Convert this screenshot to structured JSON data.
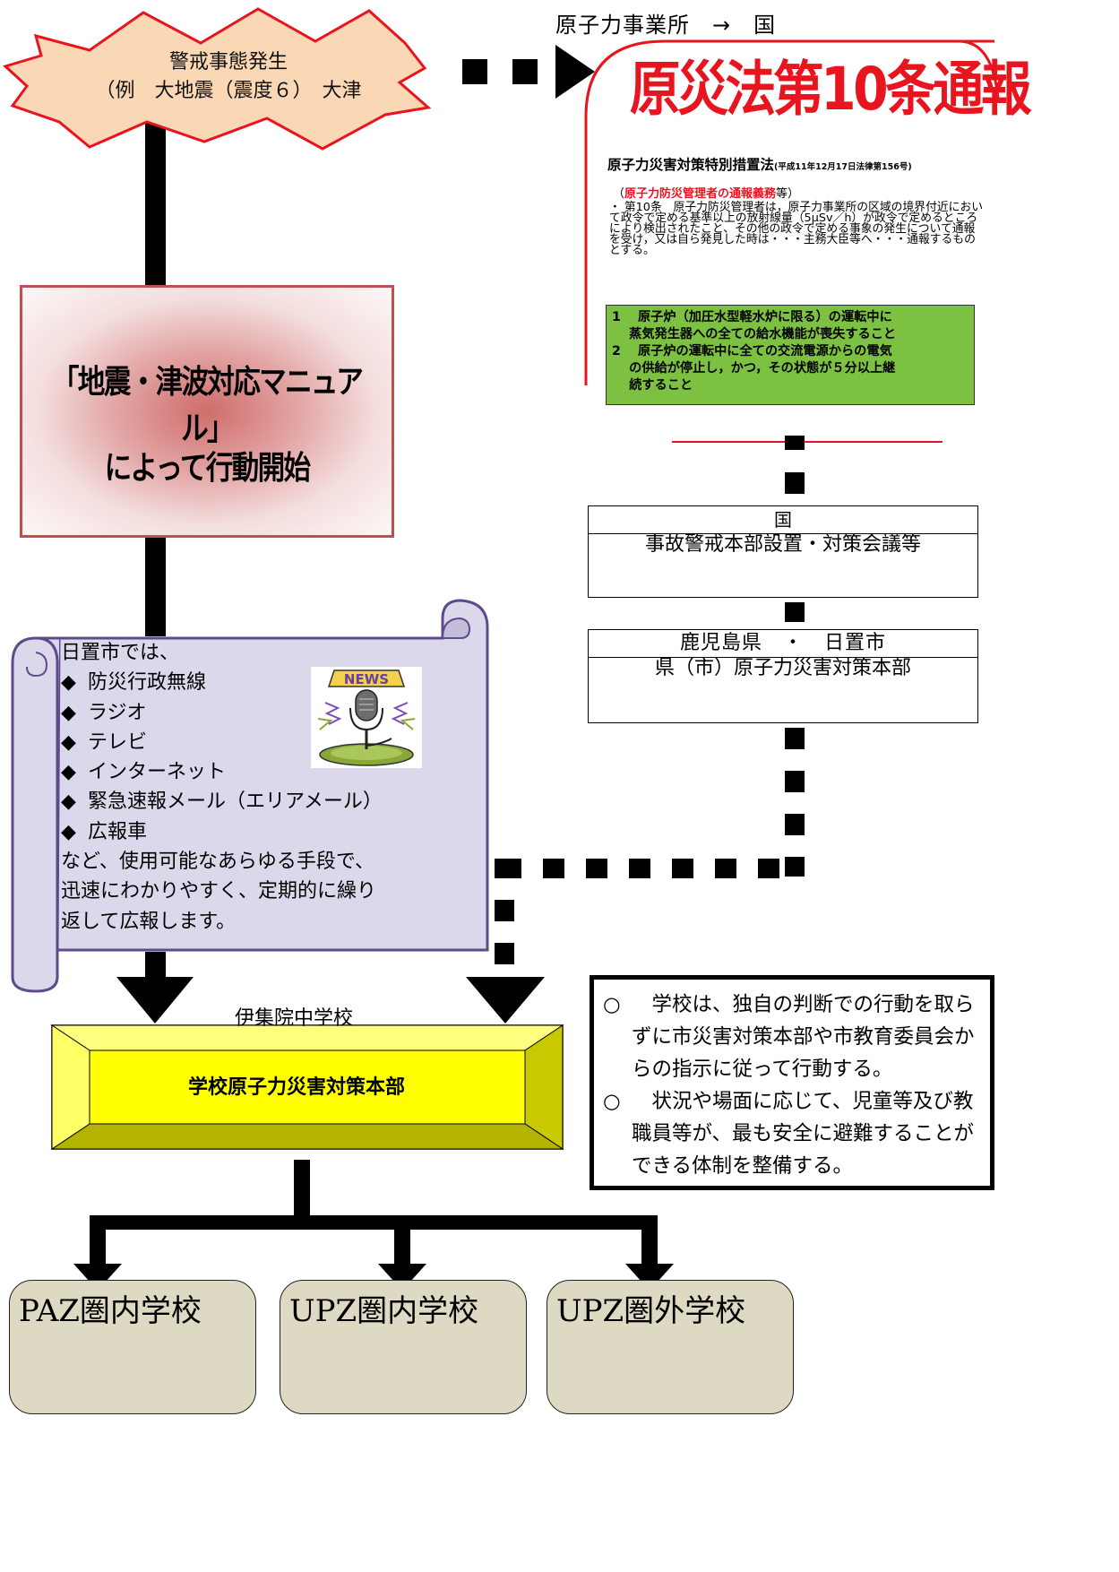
{
  "alert": {
    "line1": "警戒事態発生",
    "line2": "（例　大地震（震度６）　大津"
  },
  "top_route": "原子力事業所　→　国",
  "law": {
    "title": "原災法第10条通報",
    "name": "原子力災害対策特別措置法",
    "name_note": "(平成11年12月17日法律第156号)",
    "duty_open": "（",
    "duty_red": "原子力防災管理者の通報義務",
    "duty_close": "等）",
    "bullet": "・ 第10条　原子力防災管理者は，原子力事業所の区域の境界付近において政令で定める基準以上の放射線量（5μSv／h）が政令で定めるところにより検出されたこと、その他の政令で定める事象の発生について通報を受け，又は自ら発見した時は・・・主務大臣等へ・・・通報するものとする。",
    "conditions": [
      "1　 原子炉（加圧水型軽水炉に限る）の運転中に",
      "　 蒸気発生器への全ての給水機能が喪失すること",
      "2　 原子炉の運転中に全ての交流電源からの電気",
      "　 の供給が停止し，かつ，その状態が５分以上継",
      "　 続すること"
    ]
  },
  "manual": {
    "line1": "「地震・津波対応マニュアル」",
    "line2": "によって行動開始"
  },
  "national": {
    "head": "国",
    "body": "事故警戒本部設置・対策会議等"
  },
  "prefecture": {
    "head": "鹿児島県　・　日置市",
    "body": "県（市）原子力災害対策本部"
  },
  "city_notice": {
    "intro": "日置市では、",
    "bullet_mark": "◆",
    "items": [
      "防災行政無線",
      "ラジオ",
      "テレビ",
      "インターネット",
      "緊急速報メール（エリアメール）",
      "広報車"
    ],
    "closing": [
      "など、使用可能なあらゆる手段で、",
      "迅速にわかりやすく、定期的に繰り",
      "返して広報します。"
    ],
    "clipart_word": "NEWS"
  },
  "school": {
    "name": "伊集院中学校",
    "hq": "学校原子力災害対策本部"
  },
  "policy": {
    "mark": "○",
    "items": [
      "　学校は、独自の判断での行動を取らずに市災害対策本部や市教育委員会からの指示に従って行動する。",
      "　状況や場面に応じて、児童等及び教職員等が、最も安全に避難することができる体制を整備する。"
    ]
  },
  "zones": [
    "PAZ圏内学校",
    "UPZ圏内学校",
    "UPZ圏外学校"
  ],
  "colors": {
    "burst_fill": "#fad7b5",
    "burst_stroke": "#e8141e",
    "law_red": "#e8141e",
    "law_green": "#7cc142",
    "manual_border": "#c0504d",
    "scroll_fill": "#dcd8ec",
    "scroll_stroke": "#5f4b8b",
    "school_yellow": "#ffff00",
    "zone_fill": "#ddd9c3"
  }
}
